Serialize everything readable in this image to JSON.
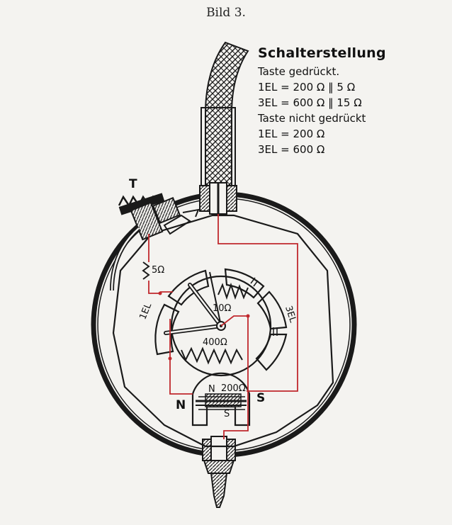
{
  "caption": "Bild 3.",
  "legend": {
    "title": "Schalterstellung",
    "lines": [
      "Taste gedrückt.",
      "1EL = 200 Ω ‖ 5 Ω",
      "3EL = 600 Ω ‖ 15 Ω",
      "Taste nicht gedrückt",
      "1EL = 200 Ω",
      "3EL = 600 Ω"
    ]
  },
  "labels": {
    "key": "T",
    "res_5": "5Ω",
    "res_10": "10Ω",
    "res_400": "400Ω",
    "res_200": "200Ω",
    "pos_1el": "1EL",
    "pos_3el": "3EL",
    "pole_n_big": "N",
    "pole_s_big": "S",
    "pole_n_small": "N",
    "pole_s_small": "S"
  },
  "colors": {
    "ink": "#1a1a1a",
    "wire": "#c0282d",
    "paper": "#f4f3f0"
  }
}
